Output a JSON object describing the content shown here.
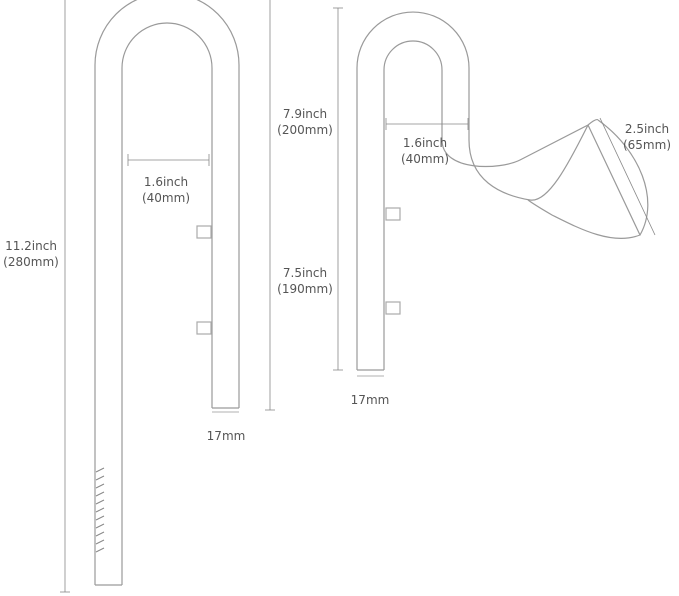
{
  "palette": {
    "glass_edge": "#9a9a9a",
    "glass_fill": "#f7f7f7",
    "dim_line": "#888888",
    "text": "#555555"
  },
  "inflow_pipe": {
    "total_height": {
      "inch": "11.2inch",
      "mm": "(280mm)"
    },
    "short_leg_height": {
      "inch": "7.9inch",
      "mm": "(200mm)"
    },
    "leg_spacing": {
      "inch": "1.6inch",
      "mm": "(40mm)"
    },
    "tube_diameter": "17mm"
  },
  "outflow_pipe": {
    "leg_height": {
      "inch": "7.5inch",
      "mm": "(190mm)"
    },
    "leg_spacing": {
      "inch": "1.6inch",
      "mm": "(40mm)"
    },
    "funnel_diameter": {
      "inch": "2.5inch",
      "mm": "(65mm)"
    },
    "tube_diameter": "17mm"
  }
}
